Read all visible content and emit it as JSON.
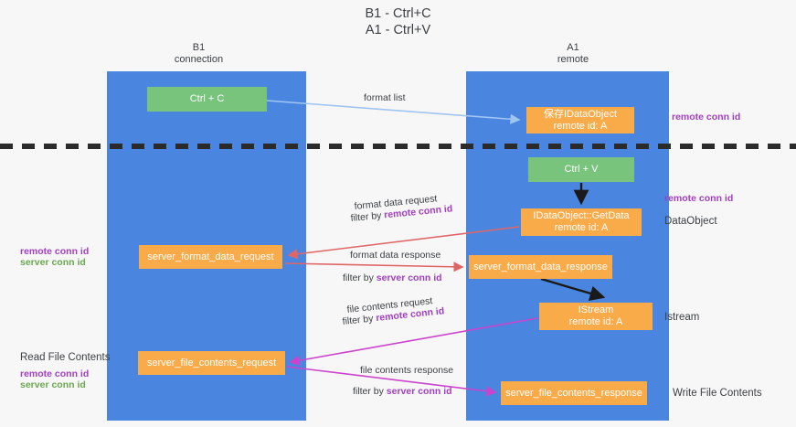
{
  "title": "B1 - Ctrl+C\nA1 - Ctrl+V",
  "columns": {
    "left": "B1\nconnection",
    "right": "A1\nremote"
  },
  "boxes": {
    "ctrl_c": "Ctrl + C",
    "idataobject": "保存IDataObject\nremote id: A",
    "ctrl_v": "Ctrl + V",
    "getdata": "IDataObject::GetData\nremote id: A",
    "server_format_data_request": "server_format_data_request",
    "server_format_data_response": "server_format_data_response",
    "istream": "IStream\nremote id: A",
    "server_file_contents_request": "server_file_contents_request",
    "server_file_contents_response": "server_file_contents_response"
  },
  "right_captions": {
    "dataobject": "DataObject",
    "istream": "Istream",
    "write_file_contents": "Write File Contents"
  },
  "left_captions": {
    "read_file_contents": "Read File Contents"
  },
  "conn_ids": {
    "remote": "remote conn id",
    "server": "server conn id"
  },
  "arrow_labels": {
    "format_list": "format list",
    "format_data_request": "format data request",
    "format_data_response": "format data response",
    "file_contents_request": "file contents request",
    "file_contents_response": "file contents response",
    "filter_by": "filter by "
  },
  "colors": {
    "lane": "#4a86e0",
    "green_box": "#79c47d",
    "orange_box": "#f9ab4a",
    "purple_text": "#a23fc0",
    "green_text": "#6aa84f",
    "arrow_blue": "#9fc5f0",
    "arrow_red": "#e06666",
    "arrow_magenta": "#cc44cc",
    "arrow_black": "#1a1a1a",
    "divider": "#2b2b2b",
    "background": "#f7f7f7"
  }
}
